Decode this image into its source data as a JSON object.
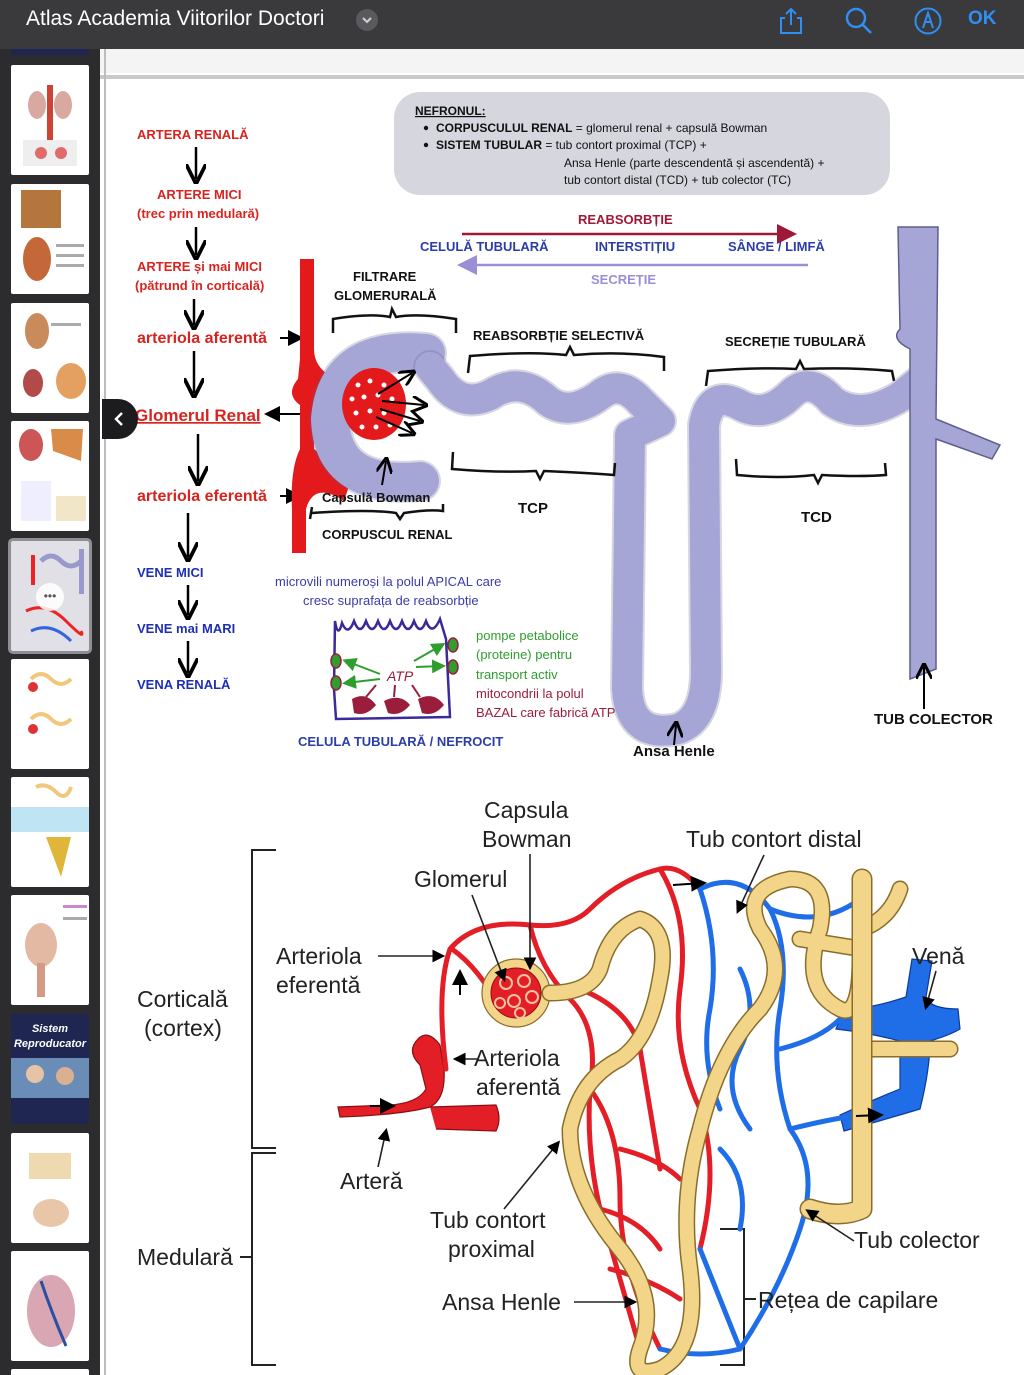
{
  "app": {
    "title": "Atlas Academia Viitorilor Doctori",
    "ok_label": "OK",
    "icons": [
      "share-icon",
      "search-icon",
      "markup-icon",
      "chevron-down-icon",
      "chevron-left-icon",
      "more-icon"
    ]
  },
  "sidebar": {
    "thumb_text": {
      "title": "Sistem",
      "subtitle": "Reproducator"
    }
  },
  "diagram1": {
    "left_chain": {
      "artera_renala": "ARTERA RENALĂ",
      "artere_mici": "ARTERE MICI",
      "artere_mici_note": "(trec prin medulară)",
      "artere_mai_mici": "ARTERE și mai MICI",
      "artere_mai_mici_note": "(pătrund în corticală)",
      "arteriola_aferenta": "arteriola aferentă",
      "glomerul": "Glomerul Renal",
      "arteriola_eferenta": "arteriola eferentă",
      "vene_mici": "VENE MICI",
      "vene_mai_mari": "VENE mai MARI",
      "vena_renala": "VENA RENALĂ"
    },
    "nefron_box": {
      "title": "NEFRONUL:",
      "item1_bold": "CORPUSCULUL RENAL",
      "item1_rest": " = glomerul renal + capsulă Bowman",
      "item2_bold": "SISTEM TUBULAR",
      "item2_rest": " = tub contort proximal (TCP) +",
      "item2_line2": "Ansa Henle (parte descendentă și ascendentă) +",
      "item2_line3": "tub contort distal (TCD) + tub colector (TC)"
    },
    "flow": {
      "reabsorbtie": "REABSORBȚIE",
      "celula": "CELULĂ TUBULARĂ",
      "interstitiu": "INTERSTIȚIU",
      "sange": "SÂNGE / LIMFĂ",
      "secretie": "SECREȚIE"
    },
    "labels": {
      "filtrare_1": "FILTRARE",
      "filtrare_2": "GLOMERURALĂ",
      "reabs_selectiva": "REABSORBȚIE SELECTIVĂ",
      "secretie_tubulara": "SECREȚIE TUBULARĂ",
      "capsula_bowman": "Capsulă  Bowman",
      "corpuscul": "CORPUSCUL RENAL",
      "tcp": "TCP",
      "tcd": "TCD",
      "ansa": "Ansa Henle",
      "tub_colector": "TUB COLECTOR"
    },
    "cell": {
      "microvili_1": "microvili numeroși la polul APICAL care",
      "microvili_2": "cresc suprafața de reabsorbție",
      "pompe_1": "pompe petabolice",
      "pompe_2": "(proteine) pentru",
      "pompe_3": "transport activ",
      "mito_1": "mitocondrii la polul",
      "mito_2": "BAZAL care fabrică ATP",
      "atp": "ATP",
      "caption": "CELULA TUBULARĂ / NEFROCIT"
    },
    "colors": {
      "artery": "#e3191c",
      "nephron": "#a6a6d6",
      "label_red": "#d8241f",
      "label_blue": "#1e2fb3",
      "pump_green": "#2f9e2f",
      "mito_maroon": "#9b1d3c"
    }
  },
  "diagram2": {
    "capsula_1": "Capsula",
    "capsula_2": "Bowman",
    "tub_distal": "Tub contort distal",
    "glomerul": "Glomerul",
    "arteriola_eferenta_1": "Arteriola",
    "arteriola_eferenta_2": "eferentă",
    "vena": "Venă",
    "corticala_1": "Corticală",
    "corticala_2": "(cortex)",
    "arteriola_aferenta_1": "Arteriola",
    "arteriola_aferenta_2": "aferentă",
    "artera": "Arteră",
    "tub_proximal_1": "Tub contort",
    "tub_proximal_2": "proximal",
    "tub_colector": "Tub colector",
    "medulara": "Medulară",
    "ansa_henle": "Ansa Henle",
    "retea": "Rețea de capilare",
    "colors": {
      "artery": "#e41e26",
      "vein": "#1f6ee8",
      "tubule": "#f3d58a"
    }
  }
}
